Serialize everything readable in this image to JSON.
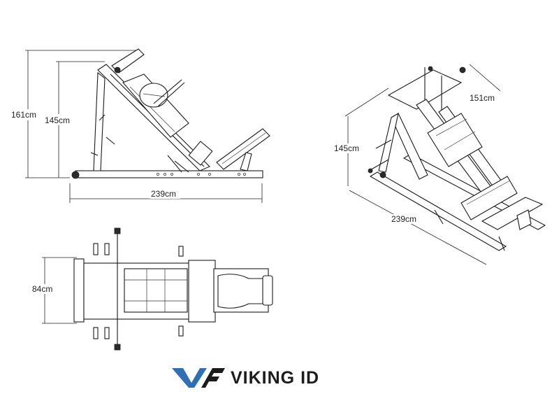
{
  "dimensions": {
    "side_height_total": "161cm",
    "side_height_frame": "145cm",
    "side_length": "239cm",
    "top_width": "84cm",
    "iso_height": "145cm",
    "iso_width": "151cm",
    "iso_length": "239cm"
  },
  "brand": {
    "name": "VIKING ID",
    "accent_color": "#2f6fb3",
    "text_color": "#1c1c1c"
  }
}
